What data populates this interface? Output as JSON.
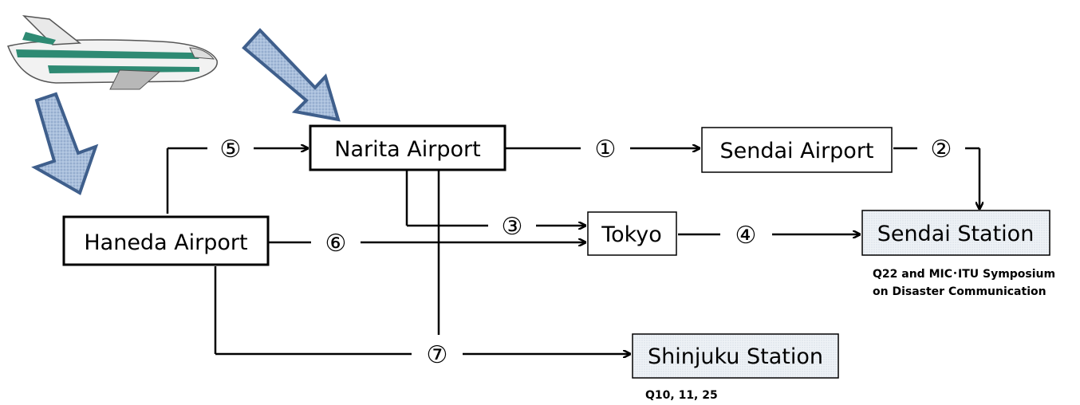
{
  "nodes": {
    "narita": "Narita Airport",
    "sendai_airport": "Sendai Airport",
    "haneda": "Haneda Airport",
    "tokyo": "Tokyo",
    "sendai_station": "Sendai Station",
    "shinjuku_station": "Shinjuku Station"
  },
  "steps": {
    "s1": "①",
    "s2": "②",
    "s3": "③",
    "s4": "④",
    "s5": "⑤",
    "s6": "⑥",
    "s7": "⑦"
  },
  "notes": {
    "sendai_line1": "Q22 and MIC･ITU Symposium",
    "sendai_line2": "on Disaster Communication",
    "shinjuku": "Q10, 11, 25"
  },
  "colors": {
    "arrow_fill": "#a9bfdc",
    "arrow_stroke": "#3f5f8c",
    "destination_fill": "#e8eef4",
    "plane_stripe": "#2e8a73"
  },
  "icons": {
    "airplane": "airplane-icon",
    "big_arrow": "down-right-arrow-icon"
  }
}
